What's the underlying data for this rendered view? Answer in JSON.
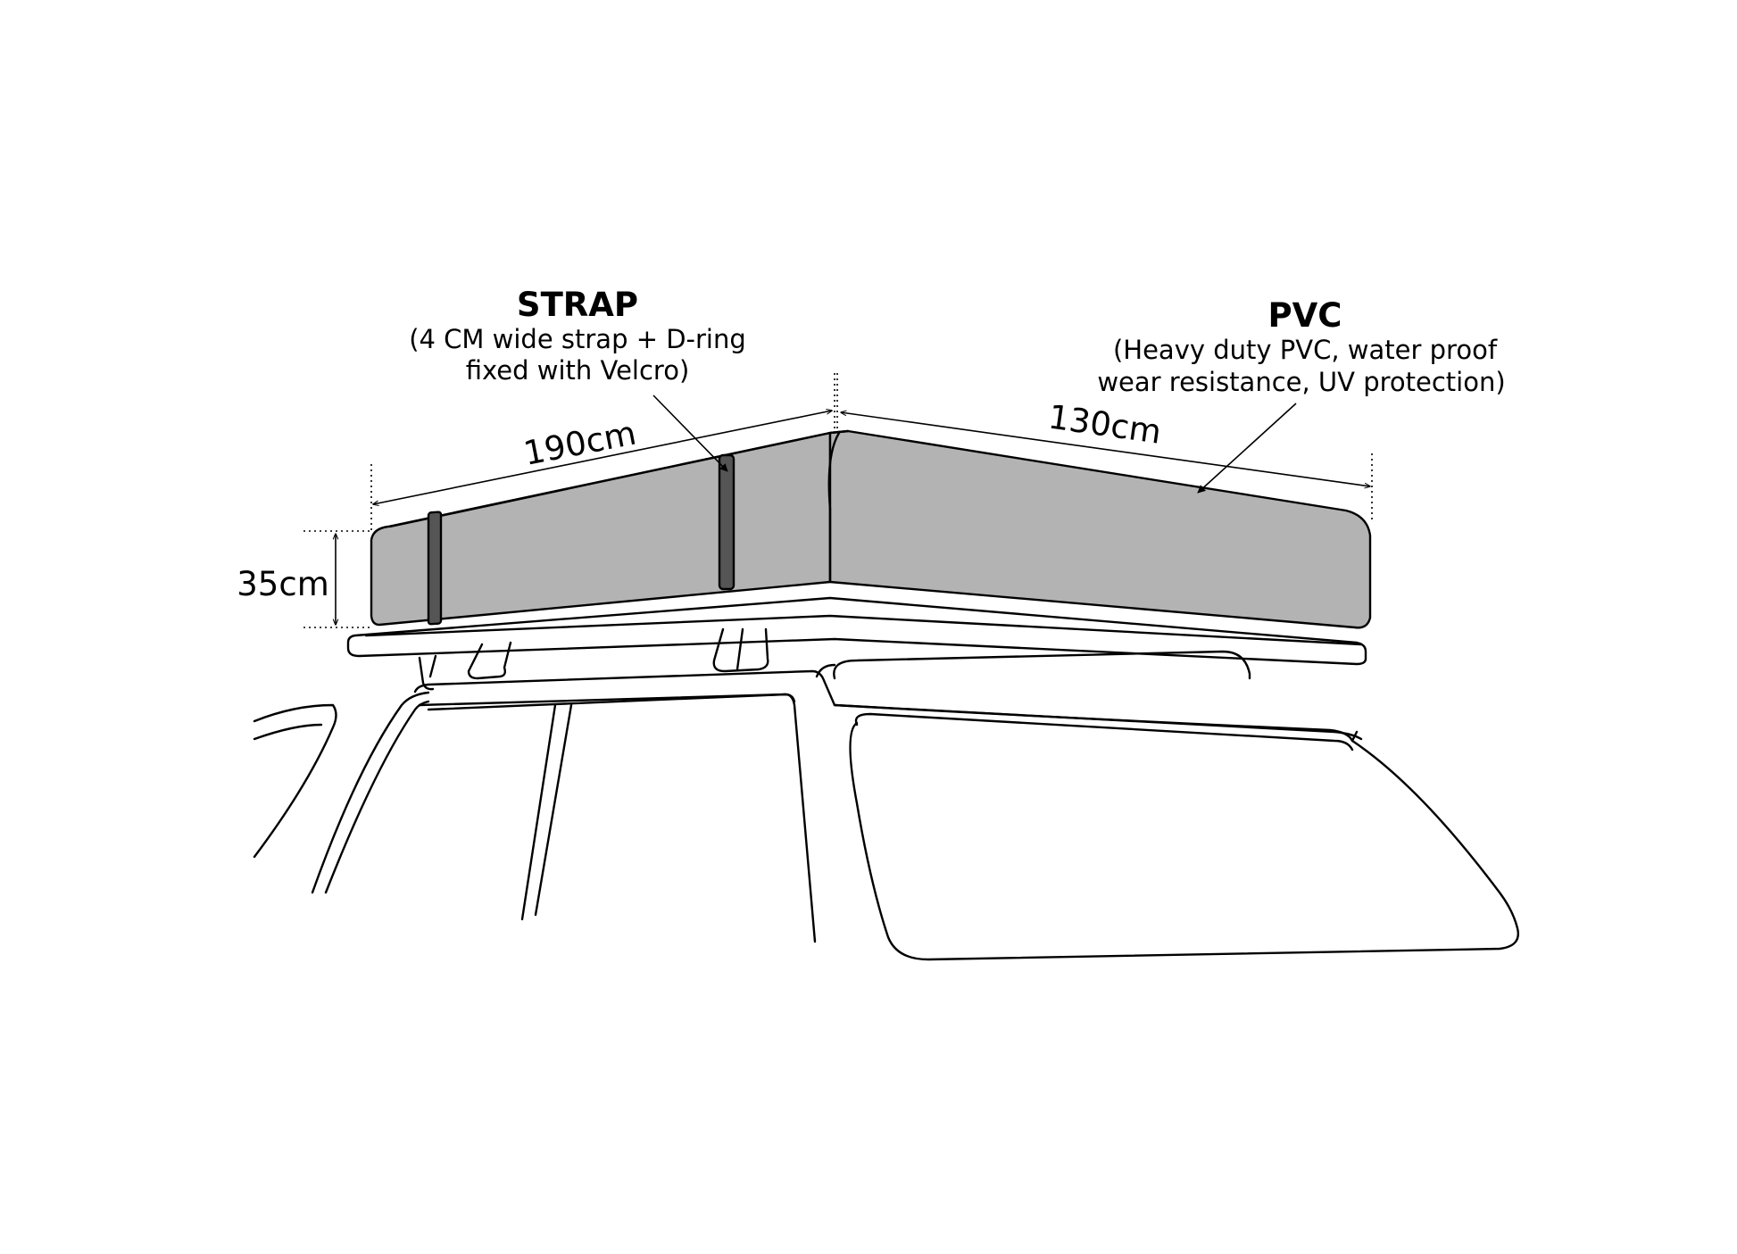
{
  "strap": {
    "title": "STRAP",
    "line1": "(4 CM wide strap + D-ring",
    "line2": "fixed with Velcro)"
  },
  "pvc": {
    "title": "PVC",
    "line1": "(Heavy duty PVC, water proof",
    "line2": "wear resistance, UV protection)"
  },
  "dimensions": {
    "length": "190cm",
    "width": "130cm",
    "height": "35cm"
  },
  "colors": {
    "bag_fill": "#b3b3b3",
    "strap_fill": "#555555",
    "outline": "#000000",
    "background": "#ffffff"
  }
}
